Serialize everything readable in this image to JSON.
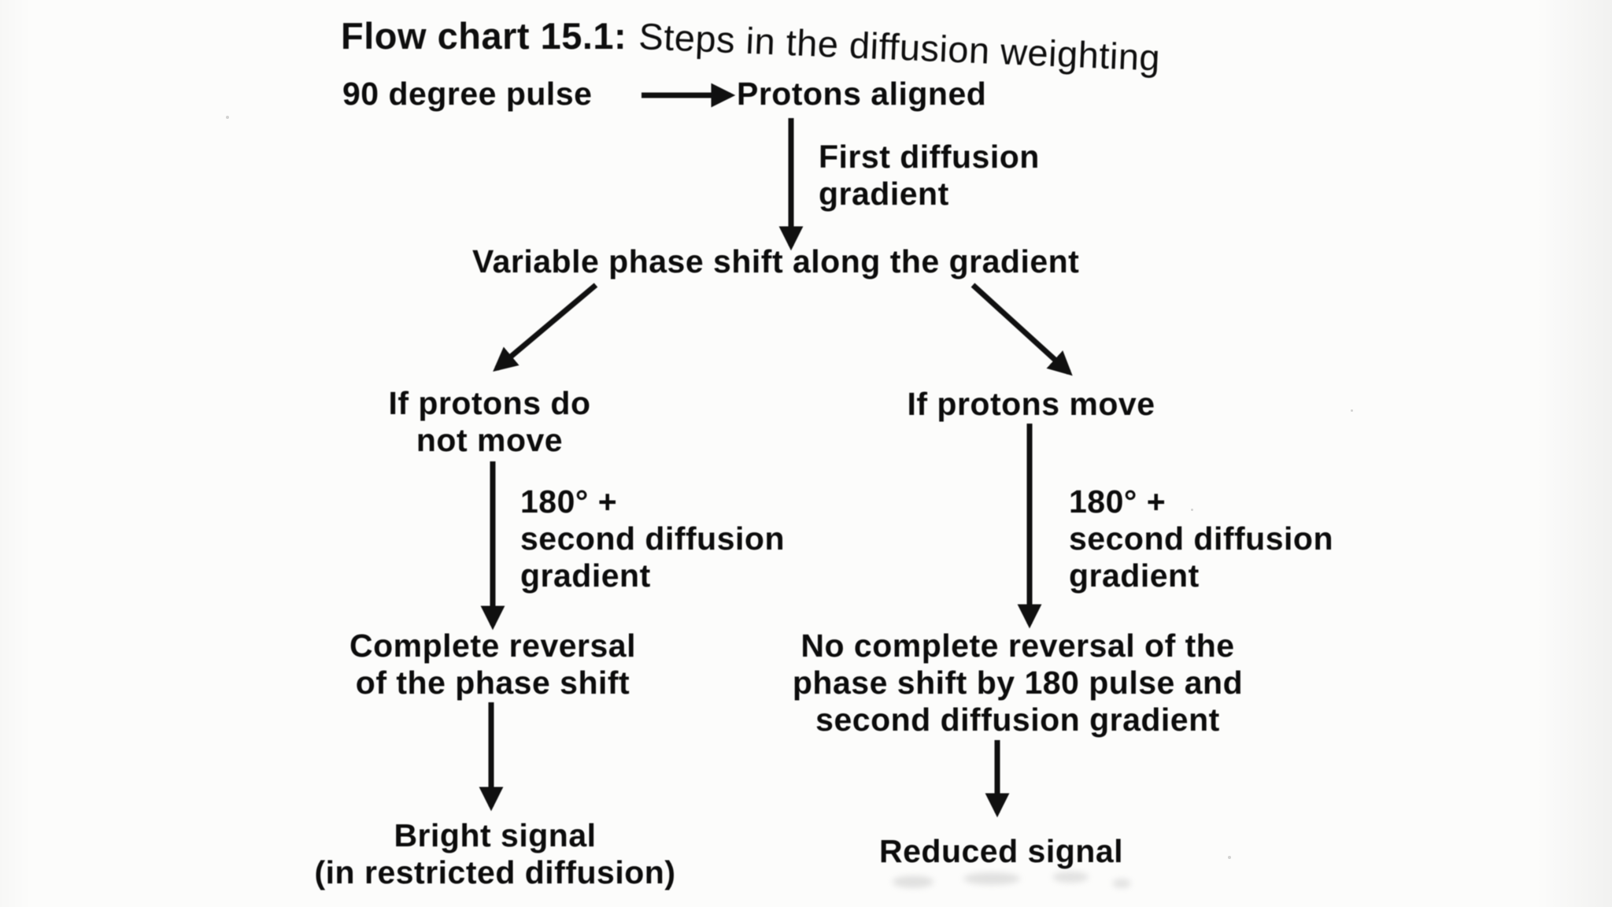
{
  "title": {
    "prefix": "Flow chart 15.1:",
    "suffix": "Steps in the diffusion weighting"
  },
  "nodes": {
    "start": "90 degree pulse",
    "protons_aligned": "Protons aligned",
    "variable_phase_shift": "Variable phase shift along the gradient",
    "if_protons_do_not_move": "If protons do\nnot move",
    "if_protons_move": "If protons move",
    "complete_reversal": "Complete reversal\nof the phase shift",
    "no_complete_reversal": "No complete reversal of the\nphase shift by 180 pulse and\nsecond diffusion gradient",
    "bright_signal": "Bright signal\n(in restricted diffusion)",
    "reduced_signal": "Reduced signal"
  },
  "edge_labels": {
    "first_diffusion_gradient": "First diffusion\ngradient",
    "left_second_gradient": "180° +\nsecond diffusion\ngradient",
    "right_second_gradient": "180° +\nsecond diffusion\ngradient"
  },
  "edges": [
    {
      "from": "start",
      "to": "protons_aligned"
    },
    {
      "from": "protons_aligned",
      "to": "variable_phase_shift",
      "label_key": "first_diffusion_gradient"
    },
    {
      "from": "variable_phase_shift",
      "to": "if_protons_do_not_move"
    },
    {
      "from": "variable_phase_shift",
      "to": "if_protons_move"
    },
    {
      "from": "if_protons_do_not_move",
      "to": "complete_reversal",
      "label_key": "left_second_gradient"
    },
    {
      "from": "if_protons_move",
      "to": "no_complete_reversal",
      "label_key": "right_second_gradient"
    },
    {
      "from": "complete_reversal",
      "to": "bright_signal"
    },
    {
      "from": "no_complete_reversal",
      "to": "reduced_signal"
    }
  ],
  "colors": {
    "ink": "#1a1a1a",
    "paper": "#fcfcfb"
  }
}
